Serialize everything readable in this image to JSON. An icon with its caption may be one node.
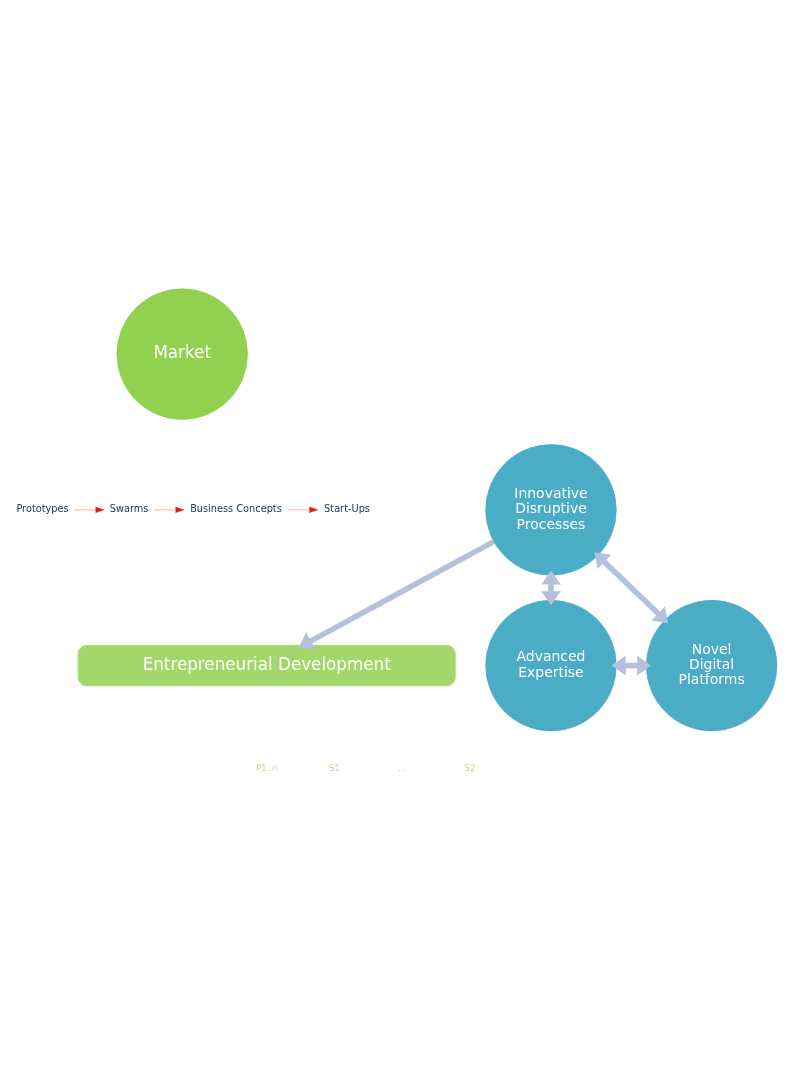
{
  "diagram": {
    "nodes": [
      {
        "text": [
          "Market"
        ]
      },
      {
        "text": [
          "Entrepreneurial Development"
        ]
      },
      {
        "text": [
          "Innovative Disruptive Processes"
        ]
      },
      {
        "text": [
          "Advanced Expertise"
        ]
      },
      {
        "text": [
          "Novel Digital Platforms"
        ]
      },
      {
        "text": [
          "Prototypes"
        ]
      },
      {
        "text": [
          "Swarms"
        ]
      },
      {
        "text": [
          "Business Concepts"
        ]
      },
      {
        "text": [
          "Start-Ups"
        ]
      }
    ],
    "edges": [
      {
        "from": 5,
        "to": 6,
        "arrow": "to",
        "color": "#e02010"
      },
      {
        "from": 6,
        "to": 7,
        "arrow": "to",
        "color": "#e02010"
      },
      {
        "from": 7,
        "to": 8,
        "arrow": "to",
        "color": "#e02010"
      },
      {
        "from": 2,
        "to": 1,
        "arrow": "to"
      },
      {
        "from": 2,
        "to": 3,
        "arrow": "both"
      },
      {
        "from": 2,
        "to": 4,
        "arrow": "both"
      },
      {
        "from": 3,
        "to": 4,
        "arrow": "both"
      }
    ],
    "labels": [
      "P1..n",
      "S1",
      "…",
      "S2"
    ]
  }
}
